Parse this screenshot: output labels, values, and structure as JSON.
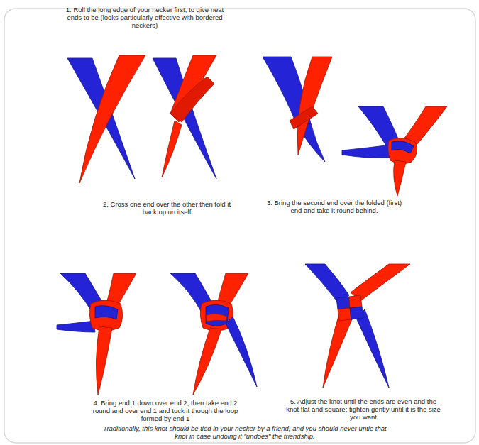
{
  "diagram": {
    "caption": "Traditionally, this knot should be tied in your necker by a friend, and you should never untie that knot in case undoing it \"undoes\" the friendship.",
    "labels": [
      "1. Roll the long edge of your necker first, to give neat ends to be (looks particularly effective with bordered neckers)",
      "2. Cross one end over the other then fold it back up on itself",
      "3. Bring the second end over the folded (first) end and take it round behind.",
      "4. Bring end 1 down over end 2, then take end 2 round and over end 1 and tuck it though the loop formed by end 1",
      "5. Adjust the knot until the ends are even and the knot flat and square; tighten gently until it is the size you want"
    ]
  }
}
